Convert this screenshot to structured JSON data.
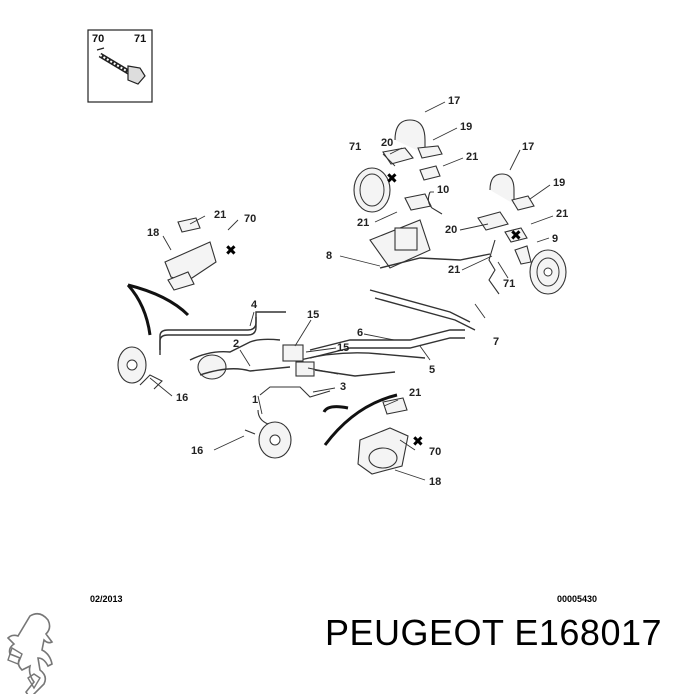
{
  "labels": {
    "l1": "1",
    "l2": "2",
    "l3": "3",
    "l4": "4",
    "l5": "5",
    "l6": "6",
    "l7": "7",
    "l8": "8",
    "l9": "9",
    "l10": "10",
    "l15a": "15",
    "l15b": "15",
    "l16a": "16",
    "l16b": "16",
    "l17a": "17",
    "l17b": "17",
    "l18a": "18",
    "l18b": "18",
    "l19a": "19",
    "l19b": "19",
    "l20a": "20",
    "l20b": "20",
    "l21a": "21",
    "l21b": "21",
    "l21c": "21",
    "l21d": "21",
    "l21e": "21",
    "l21f": "21",
    "l70a": "70",
    "l70b": "70",
    "l71a": "71",
    "l71b": "71",
    "box70": "70",
    "box71": "71"
  },
  "footer": {
    "date": "02/2013",
    "ref": "00005430",
    "brand_part": "PEUGEOT E168017"
  },
  "icons": {
    "logo": "peugeot-lion-logo",
    "bolt": "bolt-icon"
  }
}
